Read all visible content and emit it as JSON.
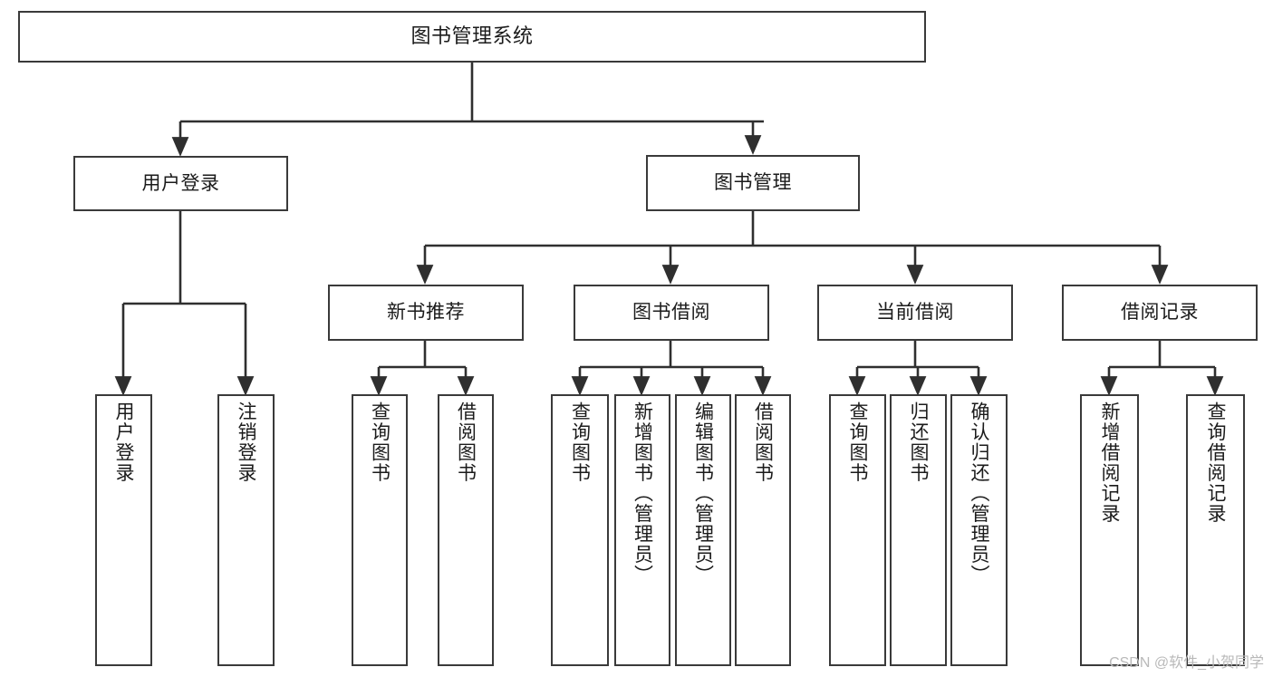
{
  "diagram": {
    "type": "tree-hierarchy-diagram",
    "title": "图书管理系统",
    "watermark": "CSDN @软件_小贺同学",
    "colors": {
      "box_border": "#3a3a3a",
      "box_fill": "#ffffff",
      "connector": "#2f2f2f",
      "text": "#1b1b1b",
      "watermark": "#b9b9b9"
    },
    "nodes": {
      "root": {
        "label": "图书管理系统"
      },
      "level1": [
        {
          "label": "用户登录"
        },
        {
          "label": "图书管理"
        }
      ],
      "level2": [
        {
          "label": "新书推荐"
        },
        {
          "label": "图书借阅"
        },
        {
          "label": "当前借阅"
        },
        {
          "label": "借阅记录"
        }
      ],
      "leaves": {
        "user_login": [
          {
            "label": "用户登录"
          },
          {
            "label": "注销登录"
          }
        ],
        "new_book": [
          {
            "label": "查询图书"
          },
          {
            "label": "借阅图书"
          }
        ],
        "book_borrow": [
          {
            "label": "查询图书"
          },
          {
            "label": "新增图书（管理员）"
          },
          {
            "label": "编辑图书（管理员）"
          },
          {
            "label": "借阅图书"
          }
        ],
        "current_borrow": [
          {
            "label": "查询图书"
          },
          {
            "label": "归还图书"
          },
          {
            "label": "确认归还（管理员）"
          }
        ],
        "borrow_record": [
          {
            "label": "新增借阅记录"
          },
          {
            "label": "查询借阅记录"
          }
        ]
      }
    }
  }
}
